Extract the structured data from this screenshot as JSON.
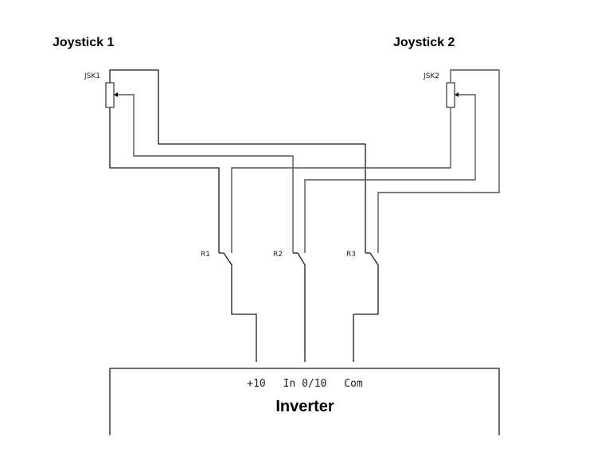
{
  "joysticks": [
    {
      "title": "Joystick 1",
      "component_label": "JSK1"
    },
    {
      "title": "Joystick 2",
      "component_label": "JSK2"
    }
  ],
  "relays": [
    {
      "label": "R1"
    },
    {
      "label": "R2"
    },
    {
      "label": "R3"
    }
  ],
  "inverter": {
    "title": "Inverter",
    "terminals": [
      "+10",
      "In 0/10",
      "Com"
    ]
  },
  "colors": {
    "wire": "#1a1a1a",
    "background": "#ffffff"
  }
}
